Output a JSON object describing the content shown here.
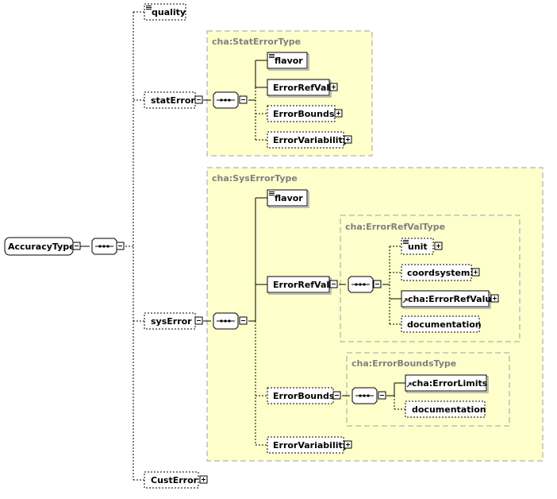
{
  "root": {
    "label": "AccuracyType"
  },
  "elements": {
    "quality": "quality",
    "statError": "statError",
    "sysError": "sysError",
    "custError": "CustError"
  },
  "stat_type": {
    "title": "cha:StatErrorType",
    "children": {
      "flavor": "flavor",
      "errorRefVal": "ErrorRefVal",
      "errorBounds": "ErrorBounds",
      "errorVariability": "ErrorVariability"
    }
  },
  "sys_type": {
    "title": "cha:SysErrorType",
    "children": {
      "flavor": "flavor",
      "errorRefVal": "ErrorRefVal",
      "errorBounds": "ErrorBounds",
      "errorVariability": "ErrorVariability"
    }
  },
  "ref_val_type": {
    "title": "cha:ErrorRefValType",
    "children": {
      "unit": "unit",
      "coordsystem": "coordsystem",
      "errorRefValue": "cha:ErrorRefValue",
      "documentation": "documentation"
    }
  },
  "bounds_type": {
    "title": "cha:ErrorBoundsType",
    "children": {
      "errorLimits": "cha:ErrorLimits",
      "documentation": "documentation"
    }
  },
  "colors": {
    "type_fill": "#ffffcc",
    "type_border": "#a0a0a0",
    "connector": "#000000"
  }
}
